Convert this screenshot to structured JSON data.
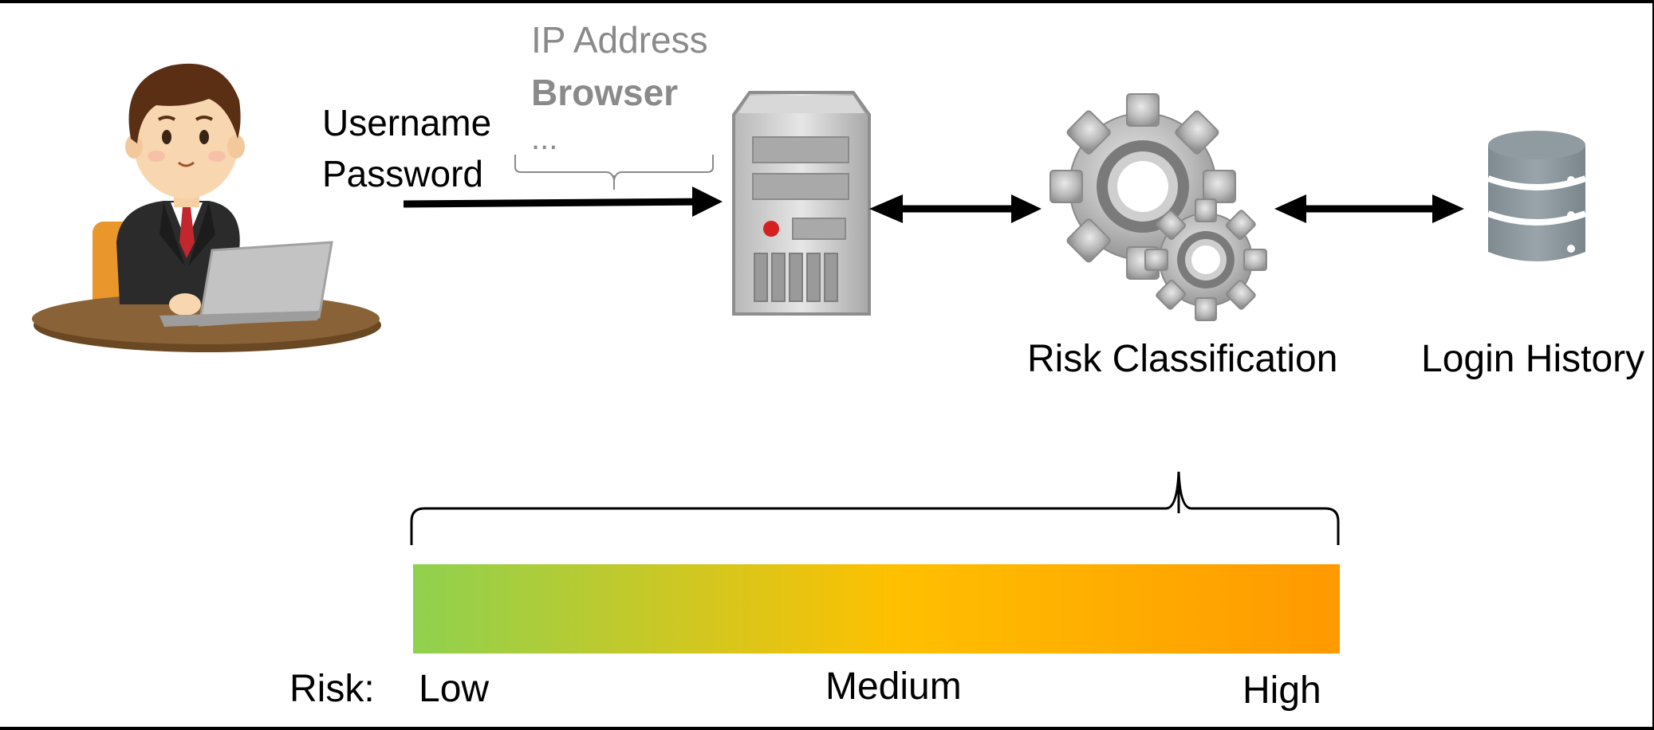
{
  "request": {
    "username": "Username",
    "password": "Password"
  },
  "metadata": {
    "ip_address": "IP Address",
    "browser": "Browser",
    "more": "..."
  },
  "nodes": {
    "risk_classification": "Risk Classification",
    "login_history": "Login History"
  },
  "risk_scale": {
    "label": "Risk:",
    "low": "Low",
    "medium": "Medium",
    "high": "High",
    "level": 0.83,
    "colors": {
      "low": "#8fd14f",
      "medium": "#ffc000",
      "high": "#ff9900"
    }
  },
  "icons": [
    "user-at-laptop-icon",
    "server-icon",
    "gears-icon",
    "database-icon"
  ]
}
